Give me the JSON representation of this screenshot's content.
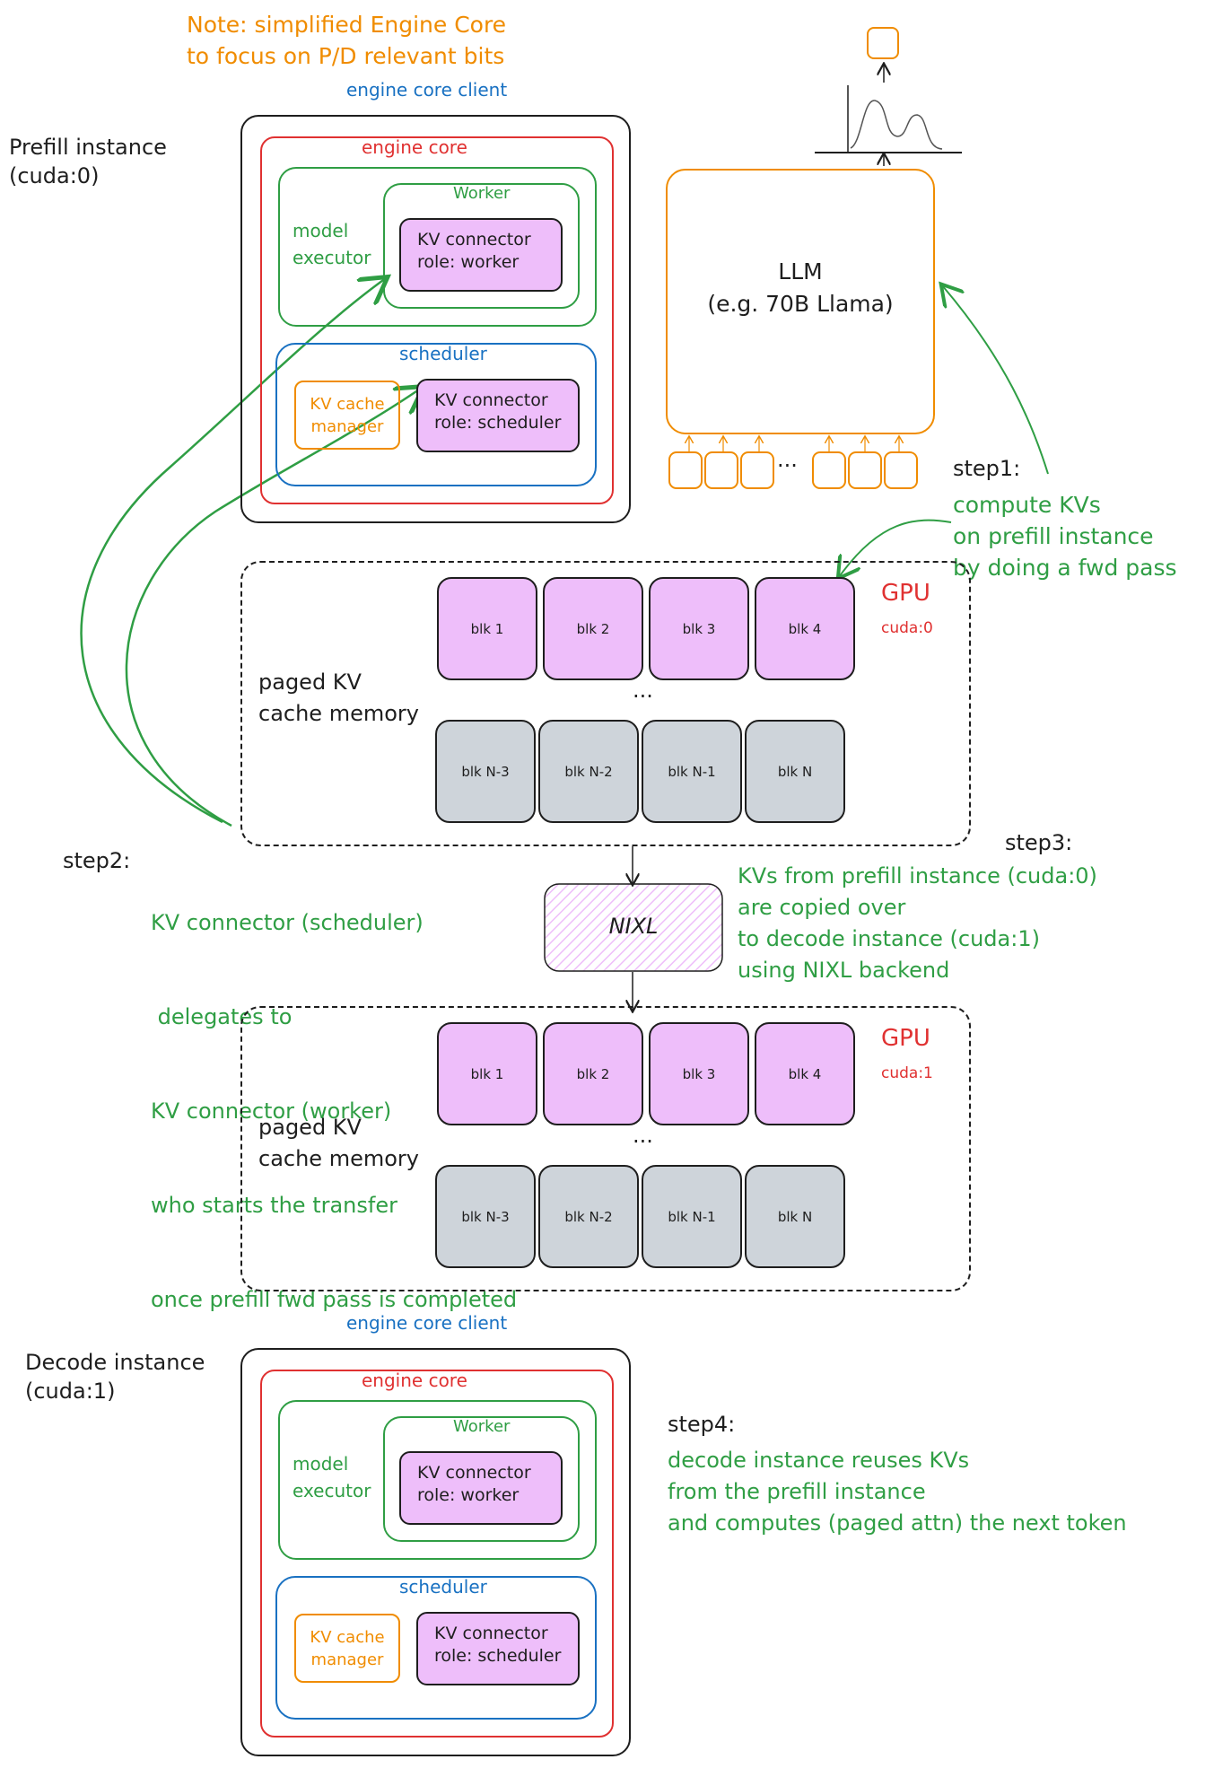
{
  "note": {
    "line1": "Note: simplified Engine Core",
    "line2": "to focus on P/D relevant bits"
  },
  "prefill": {
    "instance_line1": "Prefill instance",
    "instance_line2": "(cuda:0)",
    "engine_core_client": "engine core client",
    "engine_core": "engine core",
    "model_executor_line1": "model",
    "model_executor_line2": "executor",
    "worker": "Worker",
    "kv_worker_line1": "KV connector",
    "kv_worker_line2": "role: worker",
    "scheduler": "scheduler",
    "kv_cache_mgr_line1": "KV cache",
    "kv_cache_mgr_line2": "manager",
    "kv_sched_line1": "KV connector",
    "kv_sched_line2": "role: scheduler"
  },
  "llm": {
    "line1": "LLM",
    "line2": "(e.g. 70B Llama)",
    "dots": "..."
  },
  "step1": {
    "title": "step1:",
    "line1": "compute KVs",
    "line2": "on prefill instance",
    "line3": "by doing a fwd pass"
  },
  "mem_prefill": {
    "label_line1": "paged KV",
    "label_line2": "cache memory",
    "gpu": "GPU",
    "device": "cuda:0",
    "dots": "...",
    "row1": [
      "blk 1",
      "blk 2",
      "blk 3",
      "blk 4"
    ],
    "row2": [
      "blk N-3",
      "blk N-2",
      "blk N-1",
      "blk N"
    ]
  },
  "step2": {
    "title": "step2:",
    "line1": "KV connector (scheduler)",
    "line2": " delegates to",
    "line3": "KV connector (worker)",
    "line4": "who starts the transfer",
    "line5": "once prefill fwd pass is completed"
  },
  "nixl": "NIXL",
  "step3": {
    "title": "step3:",
    "line1": "KVs from prefill instance (cuda:0)",
    "line2": "are copied over",
    "line3": "to decode instance (cuda:1)",
    "line4": "using NIXL backend"
  },
  "mem_decode": {
    "label_line1": "paged KV",
    "label_line2": "cache memory",
    "gpu": "GPU",
    "device": "cuda:1",
    "dots": "...",
    "row1": [
      "blk 1",
      "blk 2",
      "blk 3",
      "blk 4"
    ],
    "row2": [
      "blk N-3",
      "blk N-2",
      "blk N-1",
      "blk N"
    ]
  },
  "decode": {
    "instance_line1": "Decode instance",
    "instance_line2": "(cuda:1)",
    "engine_core_client": "engine core client",
    "engine_core": "engine core",
    "model_executor_line1": "model",
    "model_executor_line2": "executor",
    "worker": "Worker",
    "kv_worker_line1": "KV connector",
    "kv_worker_line2": "role: worker",
    "scheduler": "scheduler",
    "kv_cache_mgr_line1": "KV cache",
    "kv_cache_mgr_line2": "manager",
    "kv_sched_line1": "KV connector",
    "kv_sched_line2": "role: scheduler"
  },
  "step4": {
    "title": "step4:",
    "line1": "decode instance reuses KVs",
    "line2": "from the prefill instance",
    "line3": "and computes (paged attn) the next token"
  },
  "colors": {
    "green": "#2f9e44",
    "blue": "#1971c2",
    "red": "#e03131",
    "orange": "#f08c00",
    "pink": "#eebefa",
    "grey": "#ced4da",
    "black": "#1e1e1e"
  }
}
